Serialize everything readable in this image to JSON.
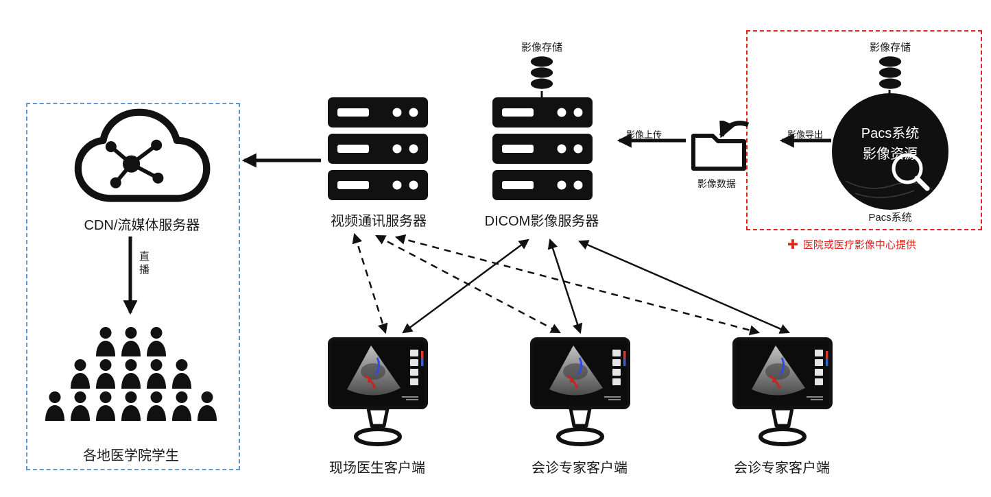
{
  "colors": {
    "ink": "#111111",
    "red": "#e0241b",
    "blue": "#5b9bd5"
  },
  "pacs_group": {
    "storage_label": "影像存储",
    "circle_title": "Pacs系统",
    "circle_subtitle": "影像资源",
    "caption": "Pacs系统",
    "note_plus": "✚",
    "note_text": "医院或医疗影像中心提供"
  },
  "dicom_server": {
    "storage_label": "影像存储",
    "label": "DICOM影像服务器"
  },
  "video_server": {
    "label": "视频通讯服务器"
  },
  "cdn_server": {
    "label": "CDN/流媒体服务器"
  },
  "live_stream": {
    "label": "直播"
  },
  "audience": {
    "label": "各地医学院学生"
  },
  "image_folder": {
    "label": "影像数据"
  },
  "flows": {
    "upload": "影像上传",
    "export": "影像导出"
  },
  "clients": [
    "现场医生客户端",
    "会诊专家客户端",
    "会诊专家客户端"
  ]
}
